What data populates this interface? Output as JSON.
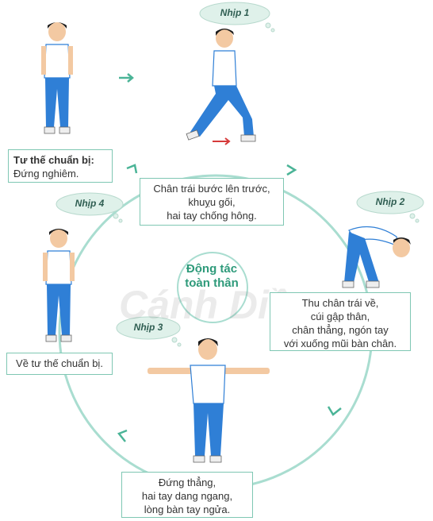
{
  "header": {
    "partial_title": ""
  },
  "center": {
    "line1": "Động tác",
    "line2": "toàn thân"
  },
  "watermark": "Cánh Diều",
  "beats": [
    {
      "label": "Nhịp 1"
    },
    {
      "label": "Nhịp 2"
    },
    {
      "label": "Nhịp 3"
    },
    {
      "label": "Nhịp 4"
    }
  ],
  "captions": {
    "prepare": {
      "line1": "Tư thế chuẩn bị:",
      "line2": "Đứng nghiêm."
    },
    "beat1": {
      "line1": "Chân trái bước lên trước,",
      "line2": "khuỵu gối,",
      "line3": "hai tay chống hông."
    },
    "beat2": {
      "line1": "Thu chân trái về,",
      "line2": "cúi gập thân,",
      "line3": "chân thẳng, ngón tay",
      "line4": "với xuống mũi bàn chân."
    },
    "beat3": {
      "line1": "Đứng thẳng,",
      "line2": "hai tay dang ngang,",
      "line3": "lòng bàn tay ngửa."
    },
    "beat4": {
      "line1": "Về tư thế chuẩn bị."
    }
  },
  "colors": {
    "circle": "#a9ddd0",
    "arrow": "#4bb497",
    "shirt": "#ffffff",
    "pants": "#2f7fd6",
    "hair": "#1b1b1b",
    "skin": "#f3c9a2",
    "cloud": "#dff1ea",
    "box_border": "#7fc7b3"
  }
}
